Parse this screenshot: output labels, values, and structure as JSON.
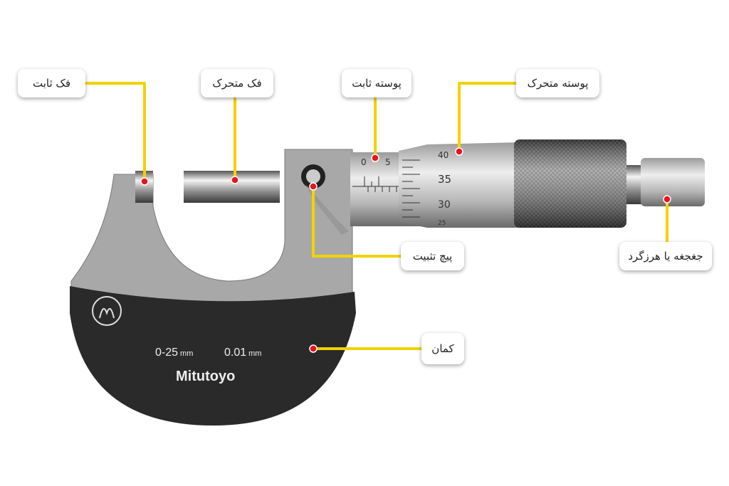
{
  "colors": {
    "leader": "#f2d200",
    "dot": "#e8141e",
    "frame_black": "#2b2b2b",
    "frame_gray": "#a9a9a9"
  },
  "labels": {
    "fixed_jaw": "فک ثابت",
    "moving_jaw": "فک متحرک",
    "sleeve": "پوسته ثابت",
    "thimble": "پوسته متحرک",
    "lock_screw": "پیچ تثبیت",
    "ratchet": "جغجغه یا هرزگرد",
    "frame": "کمان"
  },
  "device": {
    "range": "0-25",
    "range_unit": "mm",
    "resolution": "0.01",
    "resolution_unit": "mm",
    "brand": "Mitutoyo",
    "sleeve_scale": [
      "0",
      "5"
    ],
    "thimble_scale": [
      "40",
      "35",
      "30",
      "25"
    ]
  }
}
